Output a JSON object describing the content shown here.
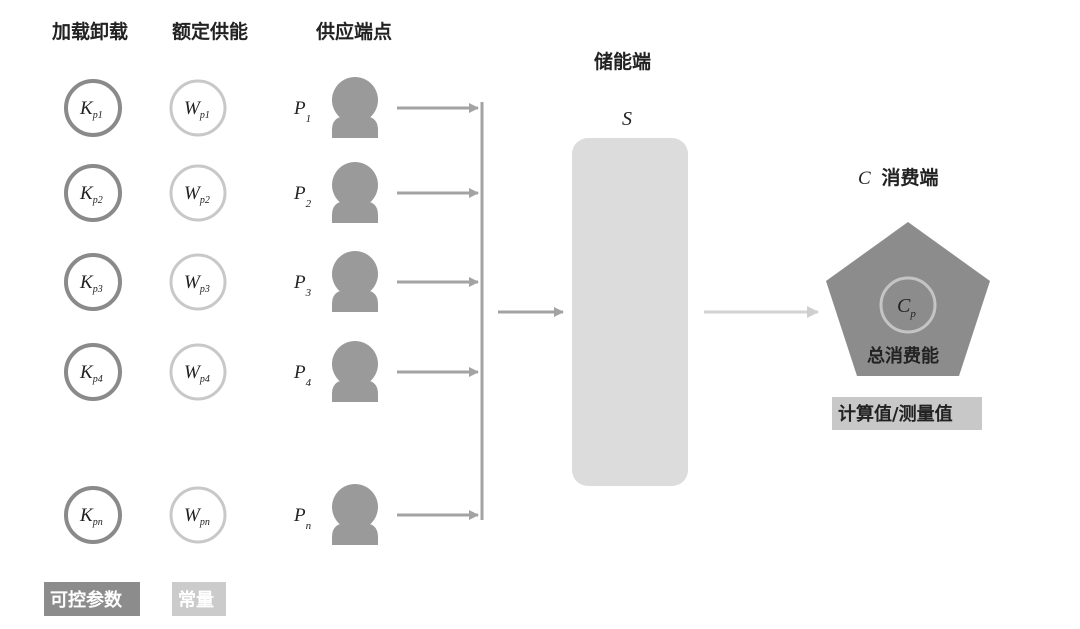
{
  "headers": {
    "col_k": "加载卸载",
    "col_w": "额定供能",
    "col_p": "供应端点",
    "storage": "储能端",
    "consumer_suffix": "消费端"
  },
  "symbols": {
    "storage": "S",
    "consumer": "C",
    "consumer_inner_main": "C",
    "consumer_inner_sub": "p"
  },
  "rows": [
    {
      "k_main": "K",
      "k_sub": "p1",
      "w_main": "W",
      "w_sub": "p1",
      "p_main": "P",
      "p_sub": "1"
    },
    {
      "k_main": "K",
      "k_sub": "p2",
      "w_main": "W",
      "w_sub": "p2",
      "p_main": "P",
      "p_sub": "2"
    },
    {
      "k_main": "K",
      "k_sub": "p3",
      "w_main": "W",
      "w_sub": "p3",
      "p_main": "P",
      "p_sub": "3"
    },
    {
      "k_main": "K",
      "k_sub": "p4",
      "w_main": "W",
      "w_sub": "p4",
      "p_main": "P",
      "p_sub": "4"
    },
    {
      "k_main": "K",
      "k_sub": "pn",
      "w_main": "W",
      "w_sub": "pn",
      "p_main": "P",
      "p_sub": "n"
    }
  ],
  "labels": {
    "total_consumption": "总消费能",
    "calc_measure": "计算值/测量值"
  },
  "legend": {
    "controllable": "可控参数",
    "constant": "常量"
  },
  "colors": {
    "dark_gray": "#8a8a8a",
    "light_gray": "#c8c8c8",
    "figure_gray": "#9a9a9a",
    "arrow_gray": "#a3a3a3",
    "storage_fill": "#dcdcdc",
    "pentagon_fill": "#8c8c8c"
  }
}
